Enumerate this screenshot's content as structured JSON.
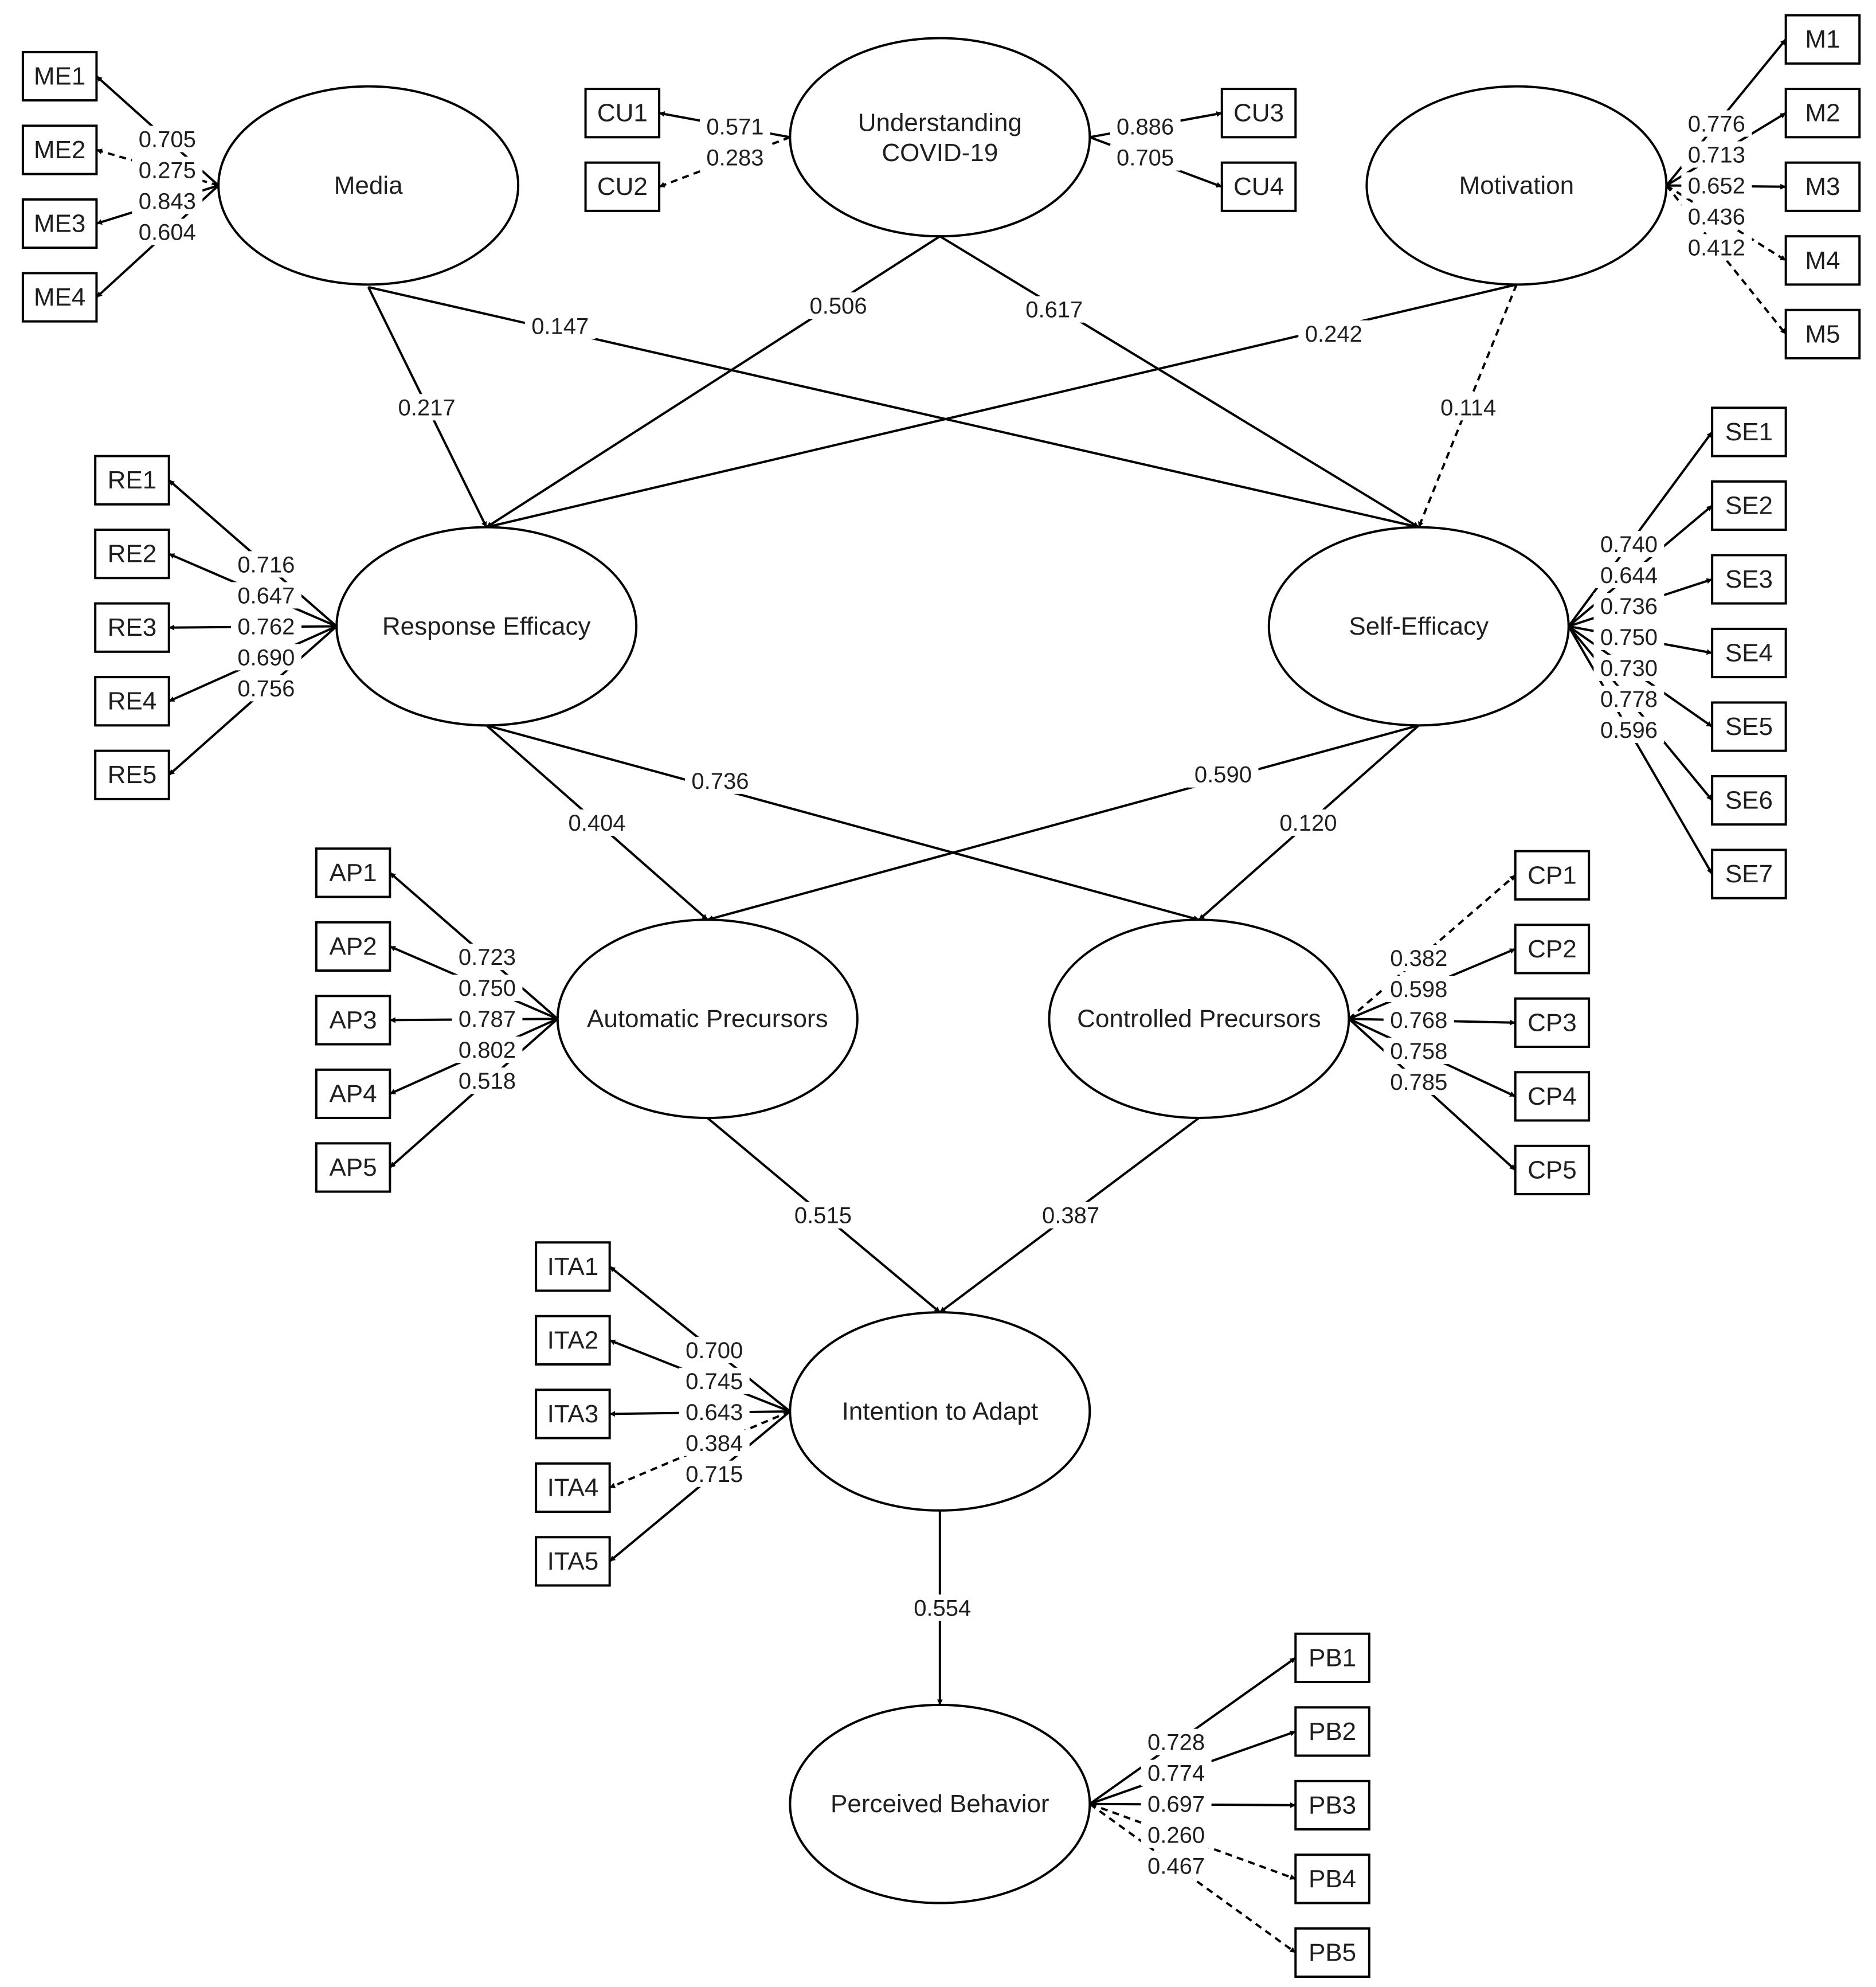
{
  "latents": [
    {
      "id": "media",
      "label": "Media"
    },
    {
      "id": "understanding",
      "label": "Understanding COVID-19"
    },
    {
      "id": "motivation",
      "label": "Motivation"
    },
    {
      "id": "response",
      "label": "Response Efficacy"
    },
    {
      "id": "selfeff",
      "label": "Self-Efficacy"
    },
    {
      "id": "auto",
      "label": "Automatic Precursors"
    },
    {
      "id": "ctrl",
      "label": "Controlled Precursors"
    },
    {
      "id": "intent",
      "label": "Intention to Adapt"
    },
    {
      "id": "behav",
      "label": "Perceived Behavior"
    }
  ],
  "indicators": [
    {
      "id": "ME1",
      "label": "ME1",
      "latent": "media",
      "loading": "0.705",
      "dashed": false
    },
    {
      "id": "ME2",
      "label": "ME2",
      "latent": "media",
      "loading": "0.275",
      "dashed": true
    },
    {
      "id": "ME3",
      "label": "ME3",
      "latent": "media",
      "loading": "0.843",
      "dashed": false
    },
    {
      "id": "ME4",
      "label": "ME4",
      "latent": "media",
      "loading": "0.604",
      "dashed": false
    },
    {
      "id": "CU1",
      "label": "CU1",
      "latent": "understanding",
      "loading": "0.571",
      "dashed": false
    },
    {
      "id": "CU2",
      "label": "CU2",
      "latent": "understanding",
      "loading": "0.283",
      "dashed": true
    },
    {
      "id": "CU3",
      "label": "CU3",
      "latent": "understanding",
      "loading": "0.886",
      "dashed": false
    },
    {
      "id": "CU4",
      "label": "CU4",
      "latent": "understanding",
      "loading": "0.705",
      "dashed": false
    },
    {
      "id": "M1",
      "label": "M1",
      "latent": "motivation",
      "loading": "0.776",
      "dashed": false
    },
    {
      "id": "M2",
      "label": "M2",
      "latent": "motivation",
      "loading": "0.713",
      "dashed": false
    },
    {
      "id": "M3",
      "label": "M3",
      "latent": "motivation",
      "loading": "0.652",
      "dashed": false
    },
    {
      "id": "M4",
      "label": "M4",
      "latent": "motivation",
      "loading": "0.436",
      "dashed": true
    },
    {
      "id": "M5",
      "label": "M5",
      "latent": "motivation",
      "loading": "0.412",
      "dashed": true
    },
    {
      "id": "RE1",
      "label": "RE1",
      "latent": "response",
      "loading": "0.716",
      "dashed": false
    },
    {
      "id": "RE2",
      "label": "RE2",
      "latent": "response",
      "loading": "0.647",
      "dashed": false
    },
    {
      "id": "RE3",
      "label": "RE3",
      "latent": "response",
      "loading": "0.762",
      "dashed": false
    },
    {
      "id": "RE4",
      "label": "RE4",
      "latent": "response",
      "loading": "0.690",
      "dashed": false
    },
    {
      "id": "RE5",
      "label": "RE5",
      "latent": "response",
      "loading": "0.756",
      "dashed": false
    },
    {
      "id": "SE1",
      "label": "SE1",
      "latent": "selfeff",
      "loading": "0.740",
      "dashed": false
    },
    {
      "id": "SE2",
      "label": "SE2",
      "latent": "selfeff",
      "loading": "0.644",
      "dashed": false
    },
    {
      "id": "SE3",
      "label": "SE3",
      "latent": "selfeff",
      "loading": "0.736",
      "dashed": false
    },
    {
      "id": "SE4",
      "label": "SE4",
      "latent": "selfeff",
      "loading": "0.750",
      "dashed": false
    },
    {
      "id": "SE5",
      "label": "SE5",
      "latent": "selfeff",
      "loading": "0.730",
      "dashed": false
    },
    {
      "id": "SE6",
      "label": "SE6",
      "latent": "selfeff",
      "loading": "0.778",
      "dashed": false
    },
    {
      "id": "SE7",
      "label": "SE7",
      "latent": "selfeff",
      "loading": "0.596",
      "dashed": false
    },
    {
      "id": "AP1",
      "label": "AP1",
      "latent": "auto",
      "loading": "0.723",
      "dashed": false
    },
    {
      "id": "AP2",
      "label": "AP2",
      "latent": "auto",
      "loading": "0.750",
      "dashed": false
    },
    {
      "id": "AP3",
      "label": "AP3",
      "latent": "auto",
      "loading": "0.787",
      "dashed": false
    },
    {
      "id": "AP4",
      "label": "AP4",
      "latent": "auto",
      "loading": "0.802",
      "dashed": false
    },
    {
      "id": "AP5",
      "label": "AP5",
      "latent": "auto",
      "loading": "0.518",
      "dashed": false
    },
    {
      "id": "CP1",
      "label": "CP1",
      "latent": "ctrl",
      "loading": "0.382",
      "dashed": true
    },
    {
      "id": "CP2",
      "label": "CP2",
      "latent": "ctrl",
      "loading": "0.598",
      "dashed": false
    },
    {
      "id": "CP3",
      "label": "CP3",
      "latent": "ctrl",
      "loading": "0.768",
      "dashed": false
    },
    {
      "id": "CP4",
      "label": "CP4",
      "latent": "ctrl",
      "loading": "0.758",
      "dashed": false
    },
    {
      "id": "CP5",
      "label": "CP5",
      "latent": "ctrl",
      "loading": "0.785",
      "dashed": false
    },
    {
      "id": "ITA1",
      "label": "ITA1",
      "latent": "intent",
      "loading": "0.700",
      "dashed": false
    },
    {
      "id": "ITA2",
      "label": "ITA2",
      "latent": "intent",
      "loading": "0.745",
      "dashed": false
    },
    {
      "id": "ITA3",
      "label": "ITA3",
      "latent": "intent",
      "loading": "0.643",
      "dashed": false
    },
    {
      "id": "ITA4",
      "label": "ITA4",
      "latent": "intent",
      "loading": "0.384",
      "dashed": true
    },
    {
      "id": "ITA5",
      "label": "ITA5",
      "latent": "intent",
      "loading": "0.715",
      "dashed": false
    },
    {
      "id": "PB1",
      "label": "PB1",
      "latent": "behav",
      "loading": "0.728",
      "dashed": false
    },
    {
      "id": "PB2",
      "label": "PB2",
      "latent": "behav",
      "loading": "0.774",
      "dashed": false
    },
    {
      "id": "PB3",
      "label": "PB3",
      "latent": "behav",
      "loading": "0.697",
      "dashed": false
    },
    {
      "id": "PB4",
      "label": "PB4",
      "latent": "behav",
      "loading": "0.260",
      "dashed": true
    },
    {
      "id": "PB5",
      "label": "PB5",
      "latent": "behav",
      "loading": "0.467",
      "dashed": true
    }
  ],
  "paths": [
    {
      "from": "media",
      "to": "response",
      "coef": "0.217",
      "dashed": false
    },
    {
      "from": "media",
      "to": "selfeff",
      "coef": "0.147",
      "dashed": false
    },
    {
      "from": "understanding",
      "to": "response",
      "coef": "0.506",
      "dashed": false
    },
    {
      "from": "understanding",
      "to": "selfeff",
      "coef": "0.617",
      "dashed": false
    },
    {
      "from": "motivation",
      "to": "response",
      "coef": "0.242",
      "dashed": false
    },
    {
      "from": "motivation",
      "to": "selfeff",
      "coef": "0.114",
      "dashed": true
    },
    {
      "from": "response",
      "to": "auto",
      "coef": "0.404",
      "dashed": false
    },
    {
      "from": "response",
      "to": "ctrl",
      "coef": "0.736",
      "dashed": false
    },
    {
      "from": "selfeff",
      "to": "auto",
      "coef": "0.590",
      "dashed": false
    },
    {
      "from": "selfeff",
      "to": "ctrl",
      "coef": "0.120",
      "dashed": false
    },
    {
      "from": "auto",
      "to": "intent",
      "coef": "0.515",
      "dashed": false
    },
    {
      "from": "ctrl",
      "to": "intent",
      "coef": "0.387",
      "dashed": false
    },
    {
      "from": "intent",
      "to": "behav",
      "coef": "0.554",
      "dashed": false
    }
  ]
}
